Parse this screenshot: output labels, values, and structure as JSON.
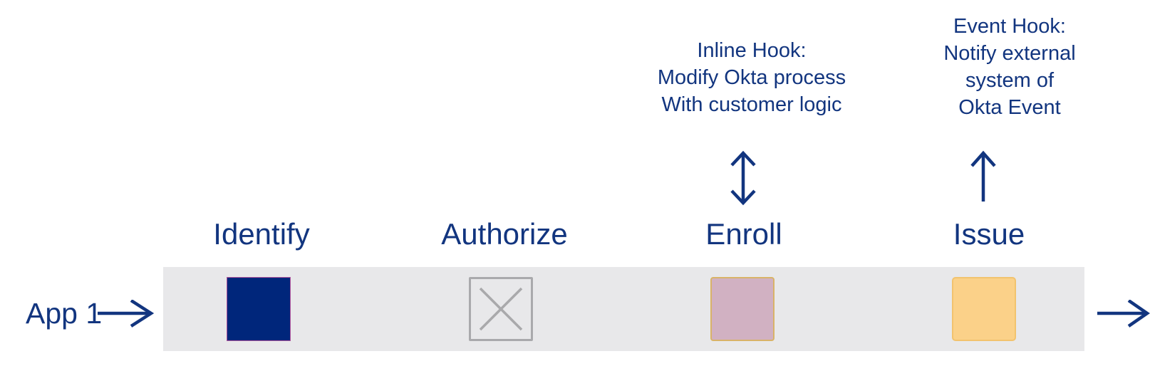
{
  "diagram": {
    "title_hint": "Okta process flow with hooks",
    "colors": {
      "accent_navy": "#12357f",
      "pipeline_bar": "#e8e8ea",
      "identify_block_fill": "#00267b",
      "identify_block_border": "#b1569e",
      "authorize_block_border": "#a9a9ac",
      "enroll_block_fill": "#d1b1c2",
      "enroll_block_border": "#d9b368",
      "issue_block_fill": "#fbd189",
      "issue_block_border": "#f2c36e"
    },
    "annotations": {
      "inline_hook": "Inline Hook:\nModify Okta process\nWith customer logic",
      "event_hook": "Event Hook:\nNotify external\nsystem of\nOkta Event"
    },
    "flow": {
      "source_label": "App 1",
      "stages": [
        {
          "label": "Identify",
          "block_style": "solid-navy"
        },
        {
          "label": "Authorize",
          "block_style": "crossed-out"
        },
        {
          "label": "Enroll",
          "block_style": "solid-mauve"
        },
        {
          "label": "Issue",
          "block_style": "solid-yellow"
        }
      ]
    },
    "icons": {
      "enroll_arrow": "double-vertical-arrow",
      "issue_arrow": "up-arrow",
      "inbound_arrow": "right-arrow",
      "outbound_arrow": "right-arrow"
    }
  }
}
